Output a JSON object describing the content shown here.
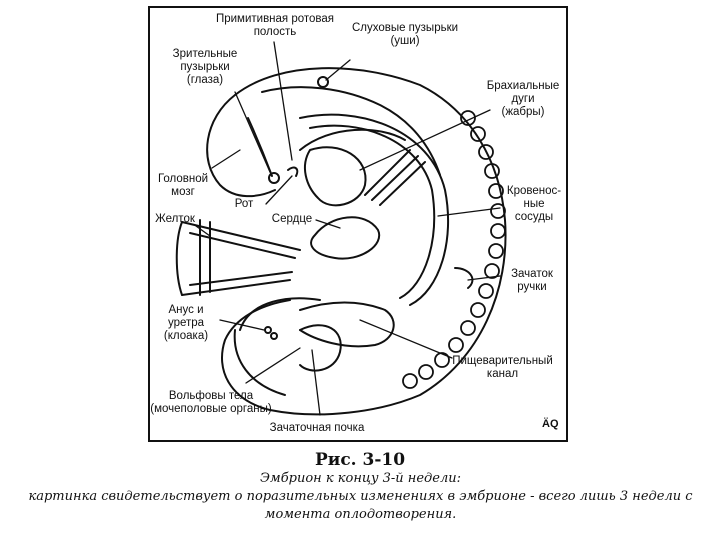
{
  "labels": {
    "mouth_cavity": [
      "Примитивная ротовая",
      "полость"
    ],
    "ears": [
      "Слуховые пузырьки",
      "(уши)"
    ],
    "eyes": [
      "Зрительные",
      "пузырьки",
      "(глаза)"
    ],
    "gills": [
      "Брахиальные",
      "дуги",
      "(жабры)"
    ],
    "brain": [
      "Головной",
      "мозг"
    ],
    "vessels": [
      "Кровенос-",
      "ные",
      "сосуды"
    ],
    "mouth": "Рот",
    "heart": "Сердце",
    "yolk": "Желток",
    "arm_bud": [
      "Зачаток",
      "ручки"
    ],
    "cloaca": [
      "Анус и",
      "уретра",
      "(клоака)"
    ],
    "gut": [
      "Пищеварительный",
      "канал"
    ],
    "wolffian": [
      "Вольфовы тела",
      "(мочеполовые органы)"
    ],
    "leg_bud": "Зачаточная почка"
  },
  "figure_number": "Рис. 3-10",
  "signature": "ÄQ",
  "caption": {
    "line1": "Эмбрион к концу 3-й недели:",
    "line2": "картинка свидетельствует о поразительных изменениях в эмбрионе - всего лишь 3 недели с",
    "line3": "момента оплодотворения."
  },
  "colors": {
    "ink": "#111111",
    "background": "#ffffff"
  }
}
